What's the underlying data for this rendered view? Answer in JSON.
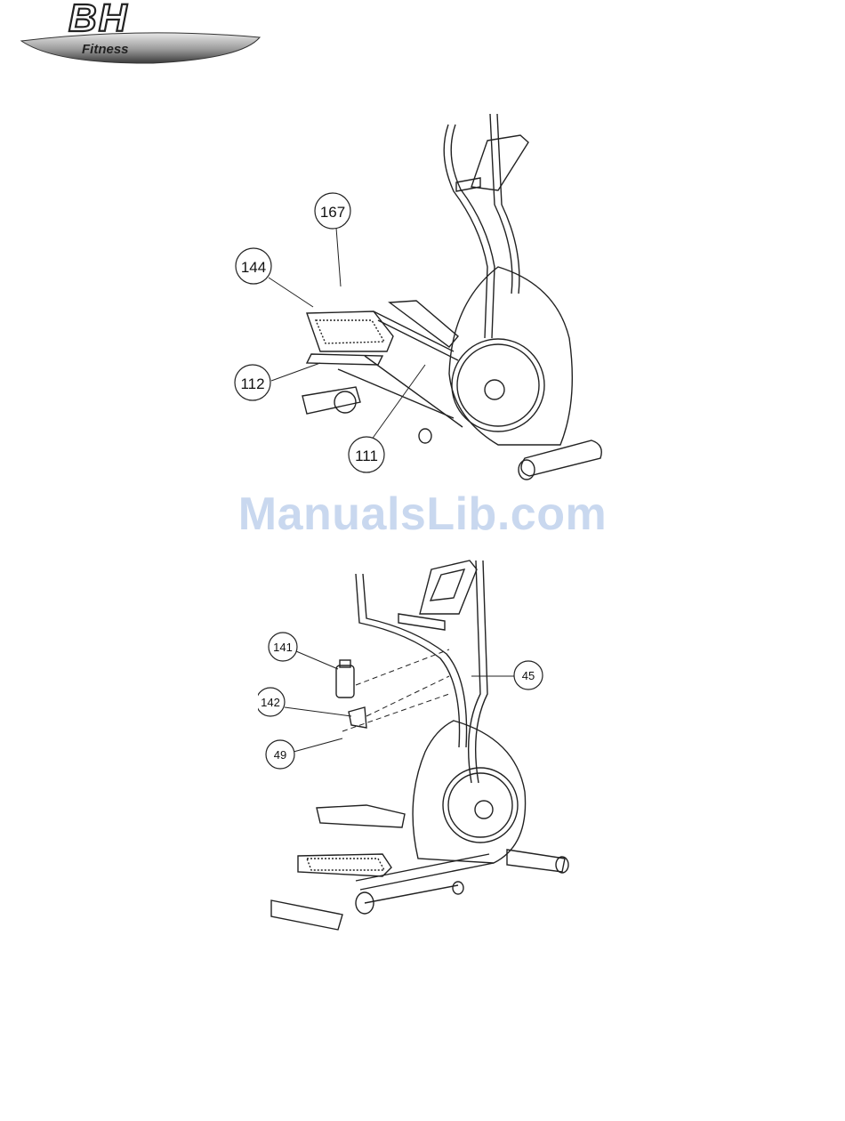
{
  "brand": {
    "logo_main": "BH",
    "logo_sub": "Fitness"
  },
  "watermark": "ManualsLib.com",
  "figure_top": {
    "callouts": [
      "167",
      "144",
      "112",
      "111"
    ]
  },
  "figure_bottom": {
    "callouts": [
      "141",
      "142",
      "49",
      "45"
    ]
  }
}
